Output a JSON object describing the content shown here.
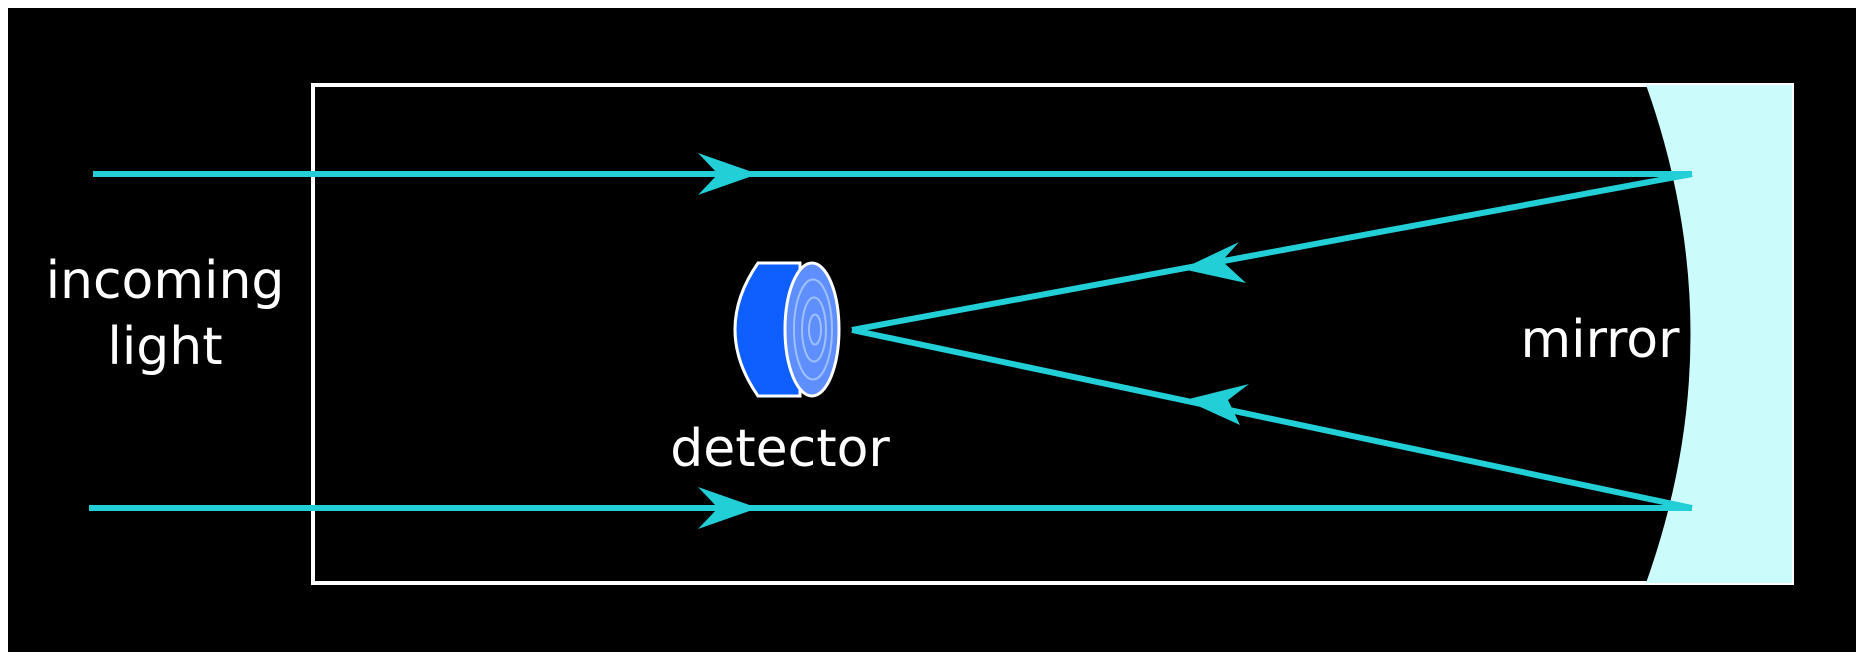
{
  "labels": {
    "incoming_light": "incoming\nlight",
    "detector": "detector",
    "mirror": "mirror"
  },
  "colors": {
    "background": "#000000",
    "frame": "#ffffff",
    "ray": "#22cfd6",
    "mirror_fill": "#ccfbfb",
    "detector_body": "#0f5eff",
    "detector_face": "#5f8fff",
    "detector_outline": "#ffffff",
    "label": "#ffffff"
  }
}
